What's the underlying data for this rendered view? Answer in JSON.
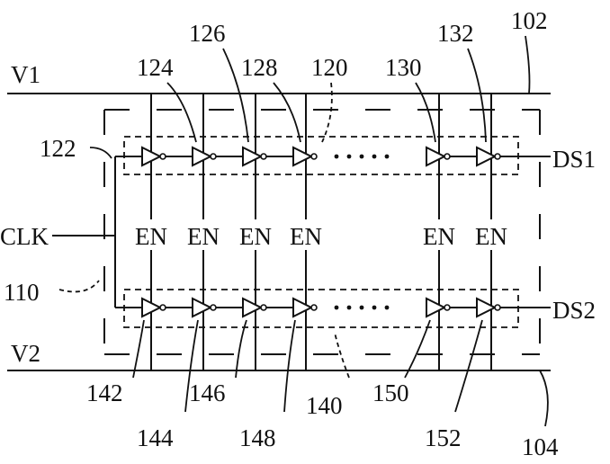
{
  "rails": {
    "v1": "V1",
    "v2": "V2"
  },
  "inputs": {
    "clk": "CLK"
  },
  "outputs": {
    "ds1": "DS1",
    "ds2": "DS2"
  },
  "enable_label": "EN",
  "refs": {
    "r102": "102",
    "r104": "104",
    "r110": "110",
    "r120": "120",
    "r122": "122",
    "r124": "124",
    "r126": "126",
    "r128": "128",
    "r130": "130",
    "r132": "132",
    "r140": "140",
    "r142": "142",
    "r144": "144",
    "r146": "146",
    "r148": "148",
    "r150": "150",
    "r152": "152"
  }
}
